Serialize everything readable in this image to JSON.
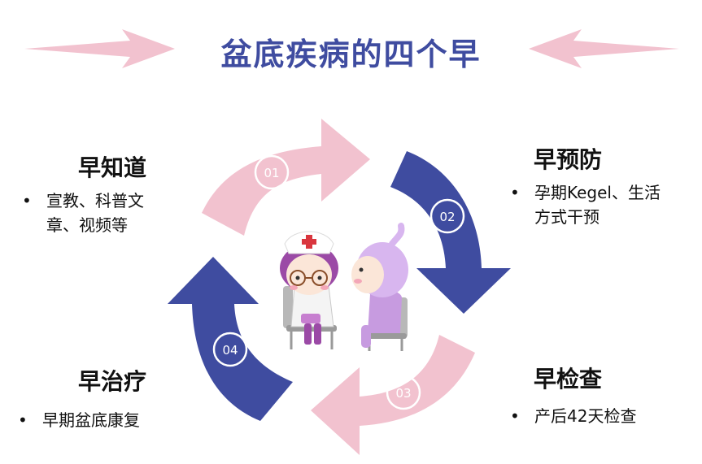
{
  "title": "盆底疾病的四个早",
  "colors": {
    "pink": "#f2c2cf",
    "navy": "#3f4ca0",
    "title": "#3f4ca0"
  },
  "steps": [
    {
      "num": "01",
      "heading": "早知道",
      "bullet": "宣教、科普文章、视频等",
      "bullet_lines": [
        "宣教、科普文",
        "章、视频等"
      ]
    },
    {
      "num": "02",
      "heading": "早预防",
      "bullet": "孕期Kegel、生活方式干预",
      "bullet_lines": [
        "孕期Kegel、生活",
        "方式干预"
      ]
    },
    {
      "num": "03",
      "heading": "早检查",
      "bullet": "产后42天检查",
      "bullet_lines": [
        "产后42天检查"
      ]
    },
    {
      "num": "04",
      "heading": "早治疗",
      "bullet": "早期盆底康复",
      "bullet_lines": [
        "早期盆底康复"
      ]
    }
  ],
  "bullet_marker": "•",
  "illustration": {
    "subject": "nurse-and-patient-cartoon"
  }
}
